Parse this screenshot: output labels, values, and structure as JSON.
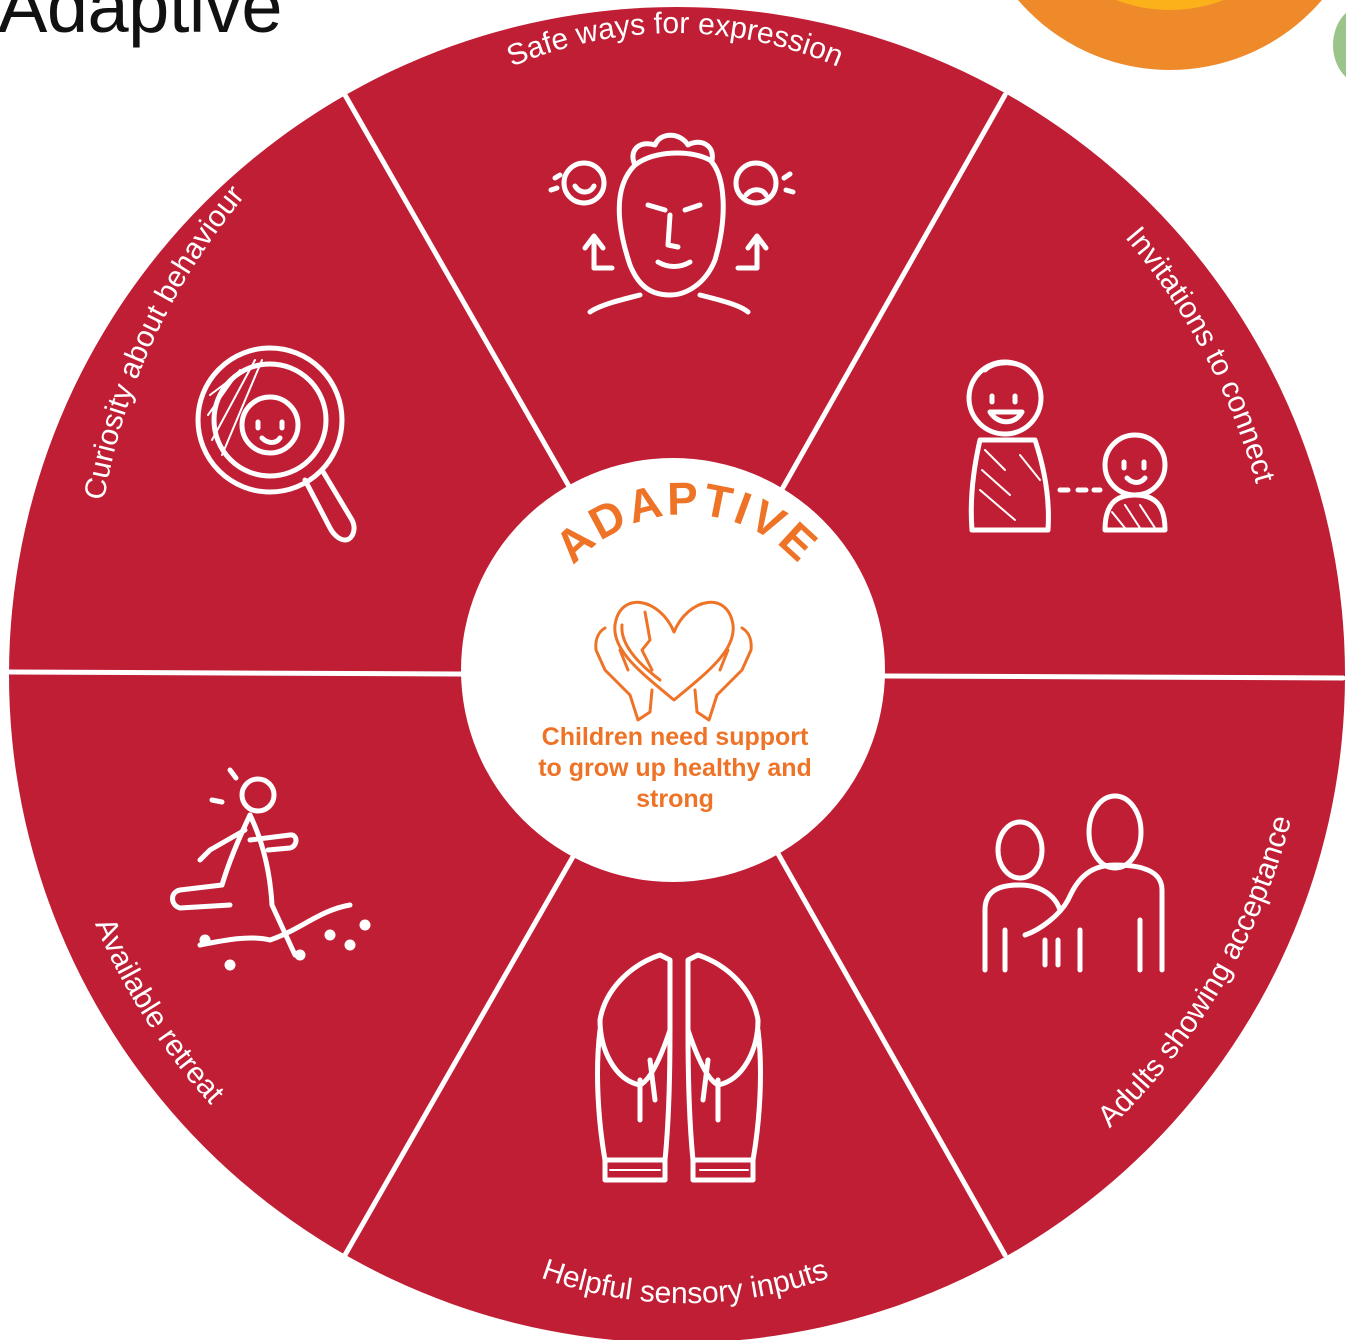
{
  "title": "Adaptive",
  "hub": {
    "ring_label": "ADAPTIVE",
    "caption": "Children need support to grow up healthy and strong"
  },
  "segments": [
    {
      "label": "Safe ways for expression",
      "icon": "face-emotions-icon"
    },
    {
      "label": "Invitations to connect",
      "icon": "adult-child-connect-icon"
    },
    {
      "label": "Adults showing acceptance",
      "icon": "two-people-embrace-icon"
    },
    {
      "label": "Helpful sensory inputs",
      "icon": "touching-hands-icon"
    },
    {
      "label": "Available retreat",
      "icon": "person-walking-icon"
    },
    {
      "label": "Curiosity about behaviour",
      "icon": "magnifier-child-icon"
    }
  ],
  "icons": {
    "hub": "heart-in-hands-icon"
  },
  "colors": {
    "wheel": "#c01e34",
    "accent": "#ee7326",
    "divider": "#ffffff",
    "sun_outer": "#ef8a2a",
    "sun_inner": "#fbb21a",
    "leaf": "#9bc48a"
  }
}
